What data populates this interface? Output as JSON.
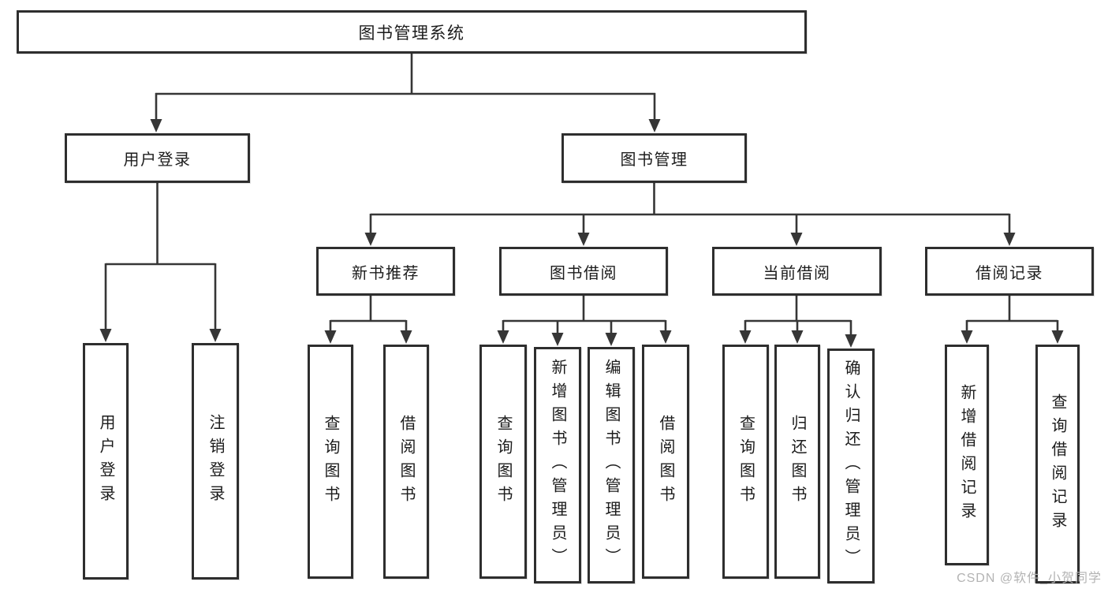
{
  "diagram": {
    "root": "图书管理系统",
    "user_login_branch": {
      "label": "用户登录",
      "children": [
        "用户登录",
        "注销登录"
      ]
    },
    "book_mgmt_branch": {
      "label": "图书管理",
      "groups": [
        {
          "label": "新书推荐",
          "children": [
            "查询图书",
            "借阅图书"
          ]
        },
        {
          "label": "图书借阅",
          "children": [
            "查询图书",
            "新增图书（管理员）",
            "编辑图书（管理员）",
            "借阅图书"
          ]
        },
        {
          "label": "当前借阅",
          "children": [
            "查询图书",
            "归还图书",
            "确认归还（管理员）"
          ]
        },
        {
          "label": "借阅记录",
          "children": [
            "新增借阅记录",
            "查询借阅记录"
          ]
        }
      ]
    }
  },
  "watermark": "CSDN @软件_小贺同学",
  "colors": {
    "box_border": "#2e2e2e",
    "connector_line": "#363636",
    "text": "#1c1c1c",
    "watermark": "#b3b3b3",
    "background": "#ffffff"
  }
}
